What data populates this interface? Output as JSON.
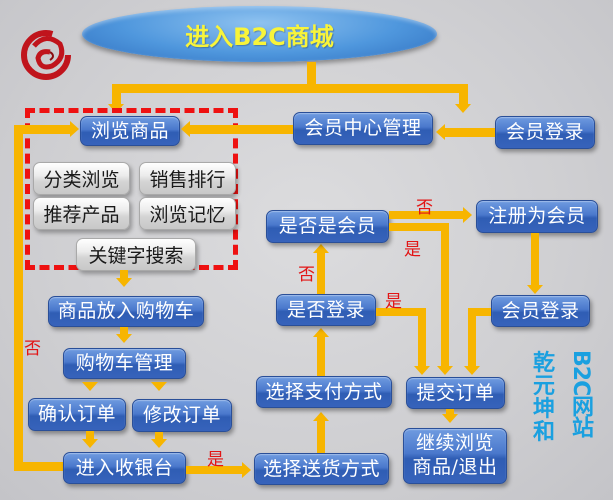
{
  "title": "进入B2C商城",
  "logo": {
    "icon": "red-dragon-swirl-logo",
    "color": "#c0141c"
  },
  "colors": {
    "box_blue": "#3a6cc4",
    "arrow": "#f7b500",
    "dashed_border": "#ee1111",
    "label_red": "#e21515",
    "brand_blue": "#1aa0e0",
    "title_yellow": "#f8f43a"
  },
  "browse_group": {
    "main": "浏览商品",
    "options": [
      "分类浏览",
      "销售排行",
      "推荐产品",
      "浏览记忆",
      "关键字搜索"
    ]
  },
  "member": {
    "center": "会员中心管理",
    "login_top": "会员登录",
    "is_member": "是否是会员",
    "register": "注册为会员",
    "login_right": "会员登录",
    "is_logged_in": "是否登录"
  },
  "cart": {
    "add": "商品放入购物车",
    "manage": "购物车管理",
    "confirm": "确认订单",
    "modify": "修改订单",
    "checkout": "进入收银台"
  },
  "order": {
    "shipping": "选择送货方式",
    "payment": "选择支付方式",
    "submit": "提交订单",
    "continue_line1": "继续浏览",
    "continue_line2": "商品/退出"
  },
  "labels": {
    "no": "否",
    "yes": "是"
  },
  "brand": {
    "col1": [
      "乾",
      "元",
      "坤",
      "和"
    ],
    "col2": "B2C网站"
  }
}
